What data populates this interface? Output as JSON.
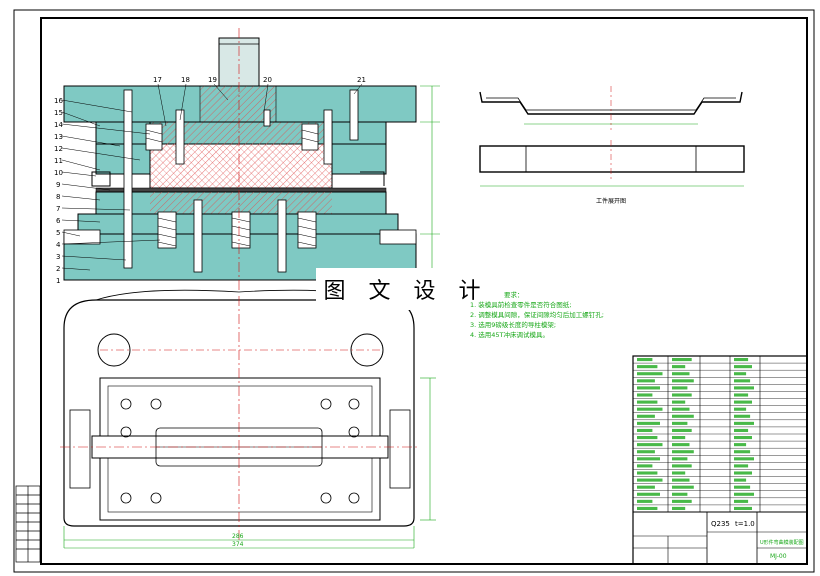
{
  "watermark": "图 文 设 计",
  "part_numbers_left": [
    "16",
    "15",
    "14",
    "13",
    "12",
    "11",
    "10",
    "9",
    "8",
    "7",
    "6",
    "5",
    "4",
    "3",
    "2",
    "1"
  ],
  "part_numbers_top": [
    "17",
    "18",
    "19",
    "20",
    "21"
  ],
  "strip_caption": "工件展开图",
  "notes": {
    "heading": "要求：",
    "lines": [
      "1. 装模具前检查零件是否符合图纸;",
      "2. 调整模具间隙，保证间隙均匀后加工螺钉孔;",
      "3. 选用9磅级长度的导柱模架;",
      "4. 选用45T冲床调试模具。"
    ]
  },
  "title_block": {
    "material": "Q235",
    "thickness": "t=1.0",
    "drawing_title": "U形件弯曲模装配图",
    "drawing_no": "MJ-00"
  },
  "dimensions": {
    "overall_width": "286",
    "base_width": "374"
  },
  "colors": {
    "line": "#000000",
    "section": "#7fc9c3",
    "hatch": "#e05050",
    "dimension": "#1aa81a",
    "centerline": "#d01010",
    "bom_bar": "#1aa81a"
  }
}
